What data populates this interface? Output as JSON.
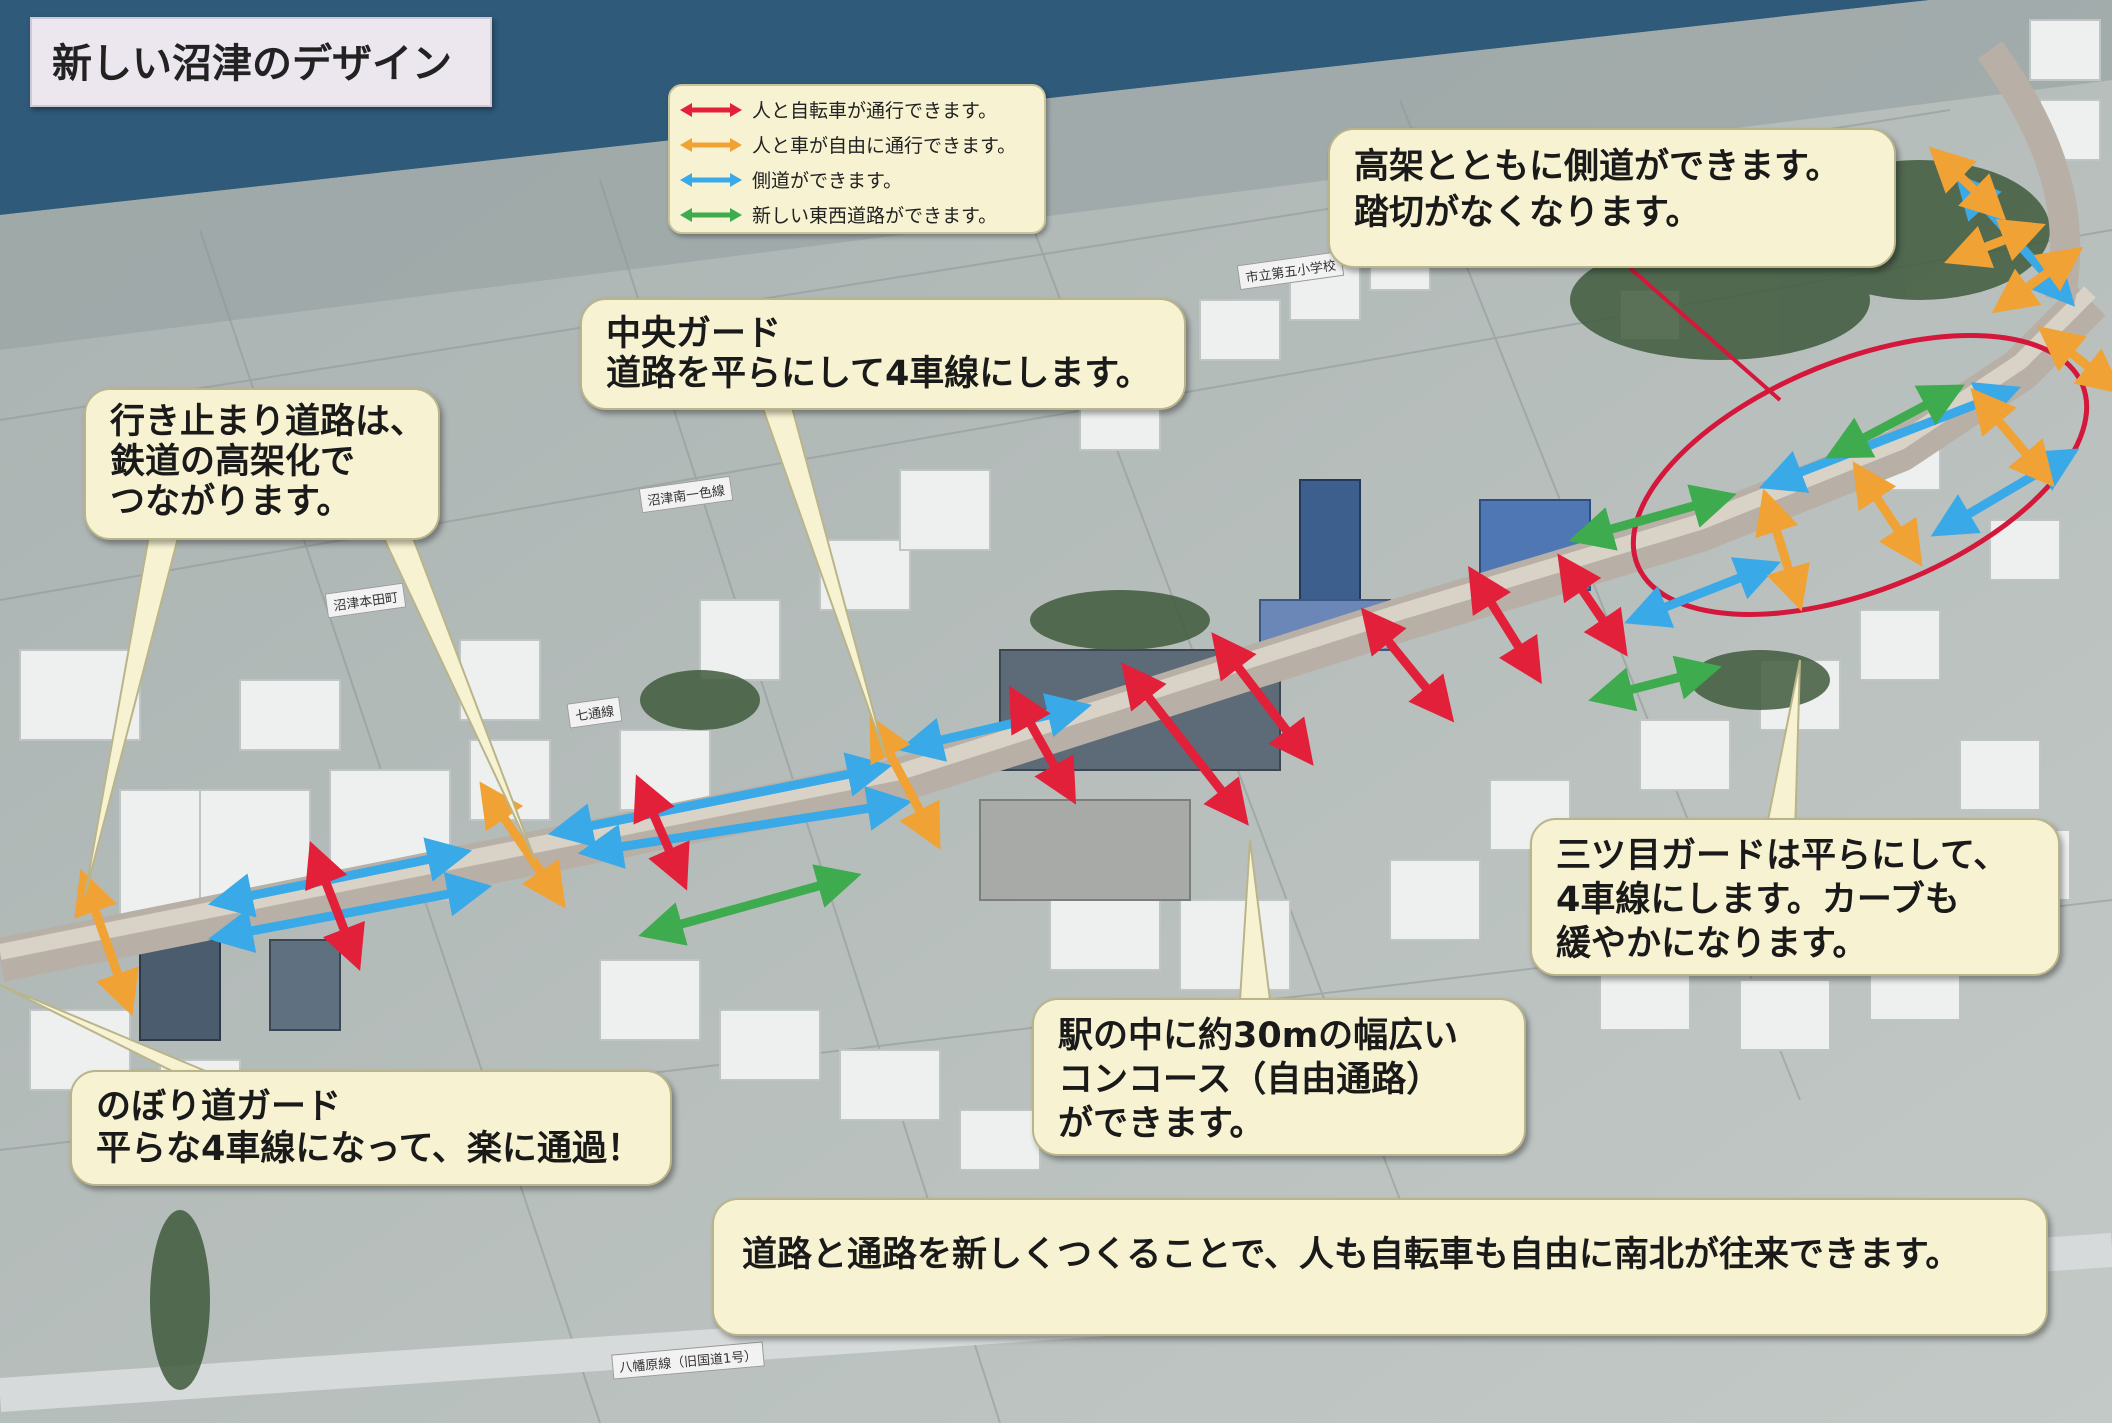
{
  "title": "新しい沼津のデザイン",
  "legend": [
    {
      "color": "#e3203a",
      "label": "人と自転車が通行できます。"
    },
    {
      "color": "#f0a235",
      "label": "人と車が自由に通行できます。"
    },
    {
      "color": "#39a9e8",
      "label": "側道ができます。"
    },
    {
      "color": "#3dab4e",
      "label": "新しい東西道路ができます。"
    }
  ],
  "callouts": {
    "elevated": [
      "高架とともに側道ができます。",
      "踏切がなくなります。"
    ],
    "chuo": [
      "中央ガード",
      "道路を平らにして4車線にします。"
    ],
    "deadend": [
      "行き止まり道路は、",
      "鉄道の高架化で",
      "つながります。"
    ],
    "mitsume": [
      "三ツ目ガードは平らにして、",
      "4車線にします。カーブも",
      "緩やかになります。"
    ],
    "concourse": [
      "駅の中に約30mの幅広い",
      "コンコース（自由通路）",
      "ができます。"
    ],
    "nobori": [
      "のぼり道ガード",
      "平らな4車線になって、楽に通過！"
    ],
    "summary": [
      "道路と通路を新しくつくることで、人も自転車も自由に南北が往来できます。"
    ]
  },
  "map_labels": {
    "school": "市立第五小学校",
    "road1": "沼津南一色線",
    "road2": "沼津本田町",
    "road3": "七通線",
    "highway": "八幡原線（旧国道1号）"
  },
  "colors": {
    "red": "#e3203a",
    "orange": "#f0a235",
    "blue": "#39a9e8",
    "green": "#3dab4e",
    "bubble": "#f7f3d2",
    "ellipse": "#d4173b"
  }
}
